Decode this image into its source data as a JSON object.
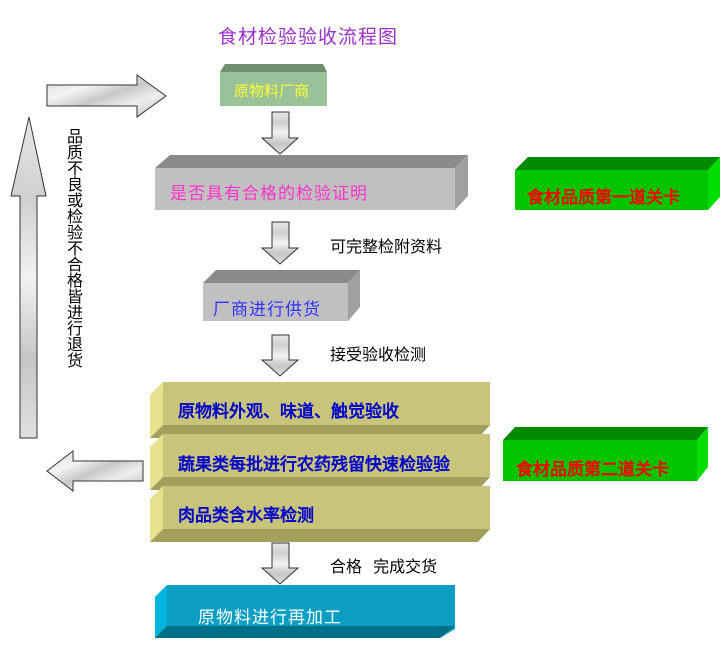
{
  "title": "食材检验验收流程图",
  "steps": {
    "supplier": "原物料厂商",
    "certificate_check": "是否具有合格的检验证明",
    "supplier_delivery": "厂商进行供货",
    "inspection_items": [
      "原物料外观、味道、触觉验收",
      "蔬果类每批进行农药残留快速检验验",
      "肉品类含水率检测"
    ],
    "reprocess": "原物料进行再加工"
  },
  "gates": {
    "first": "食材品质第一道关卡",
    "second": "食材品质第二道关卡"
  },
  "transitions": {
    "docs_complete": "可完整检附资料",
    "accept_inspection": "接受验收检测",
    "pass_delivery": "合格  完成交货"
  },
  "return_note": "品质不良或检验不合格皆进行退货",
  "colors": {
    "title": "#9933cc",
    "supplier_box": "#99c299",
    "gray_box": "#c0c0c0",
    "olive_box": "#c8c47a",
    "gate_box": "#00cc00",
    "process_box": "#0099bb",
    "gate_text": "#ff0000",
    "inspection_text": "#0000cc"
  }
}
